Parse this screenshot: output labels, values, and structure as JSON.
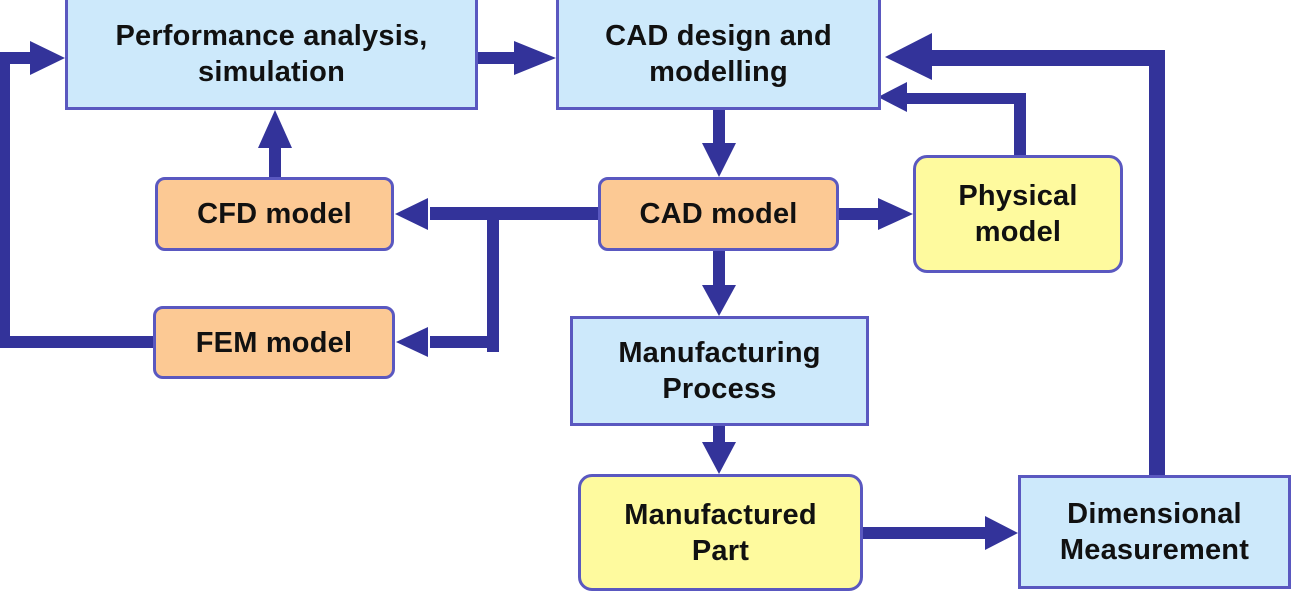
{
  "title": "CAD-based design, analysis and manufacturing workflow",
  "colors": {
    "connector": "#33339a",
    "process_box_fill": "#cde9fb",
    "model_box_fill": "#fcc994",
    "physical_box_fill": "#fefa9e",
    "box_border": "#5a58c0"
  },
  "nodes": {
    "performance": {
      "label": "Performance analysis,\nsimulation",
      "type": "process"
    },
    "cad_design": {
      "label": "CAD design and\nmodelling",
      "type": "process"
    },
    "cfd": {
      "label": "CFD model",
      "type": "model"
    },
    "fem": {
      "label": "FEM model",
      "type": "model"
    },
    "cad_model": {
      "label": "CAD model",
      "type": "model"
    },
    "physical": {
      "label": "Physical\nmodel",
      "type": "physical"
    },
    "mfg_process": {
      "label": "Manufacturing\nProcess",
      "type": "process"
    },
    "mfg_part": {
      "label": "Manufactured\nPart",
      "type": "physical"
    },
    "dim_measure": {
      "label": "Dimensional\nMeasurement",
      "type": "process"
    }
  },
  "edges": [
    {
      "from": "performance",
      "to": "cad_design"
    },
    {
      "from": "cad_design",
      "to": "cad_model"
    },
    {
      "from": "cad_model",
      "to": "cfd"
    },
    {
      "from": "cad_model",
      "to": "fem"
    },
    {
      "from": "cad_model",
      "to": "physical"
    },
    {
      "from": "cad_model",
      "to": "mfg_process"
    },
    {
      "from": "cfd",
      "to": "performance"
    },
    {
      "from": "fem",
      "to": "performance"
    },
    {
      "from": "physical",
      "to": "cad_design"
    },
    {
      "from": "mfg_process",
      "to": "mfg_part"
    },
    {
      "from": "mfg_part",
      "to": "dim_measure"
    },
    {
      "from": "dim_measure",
      "to": "cad_design"
    }
  ]
}
